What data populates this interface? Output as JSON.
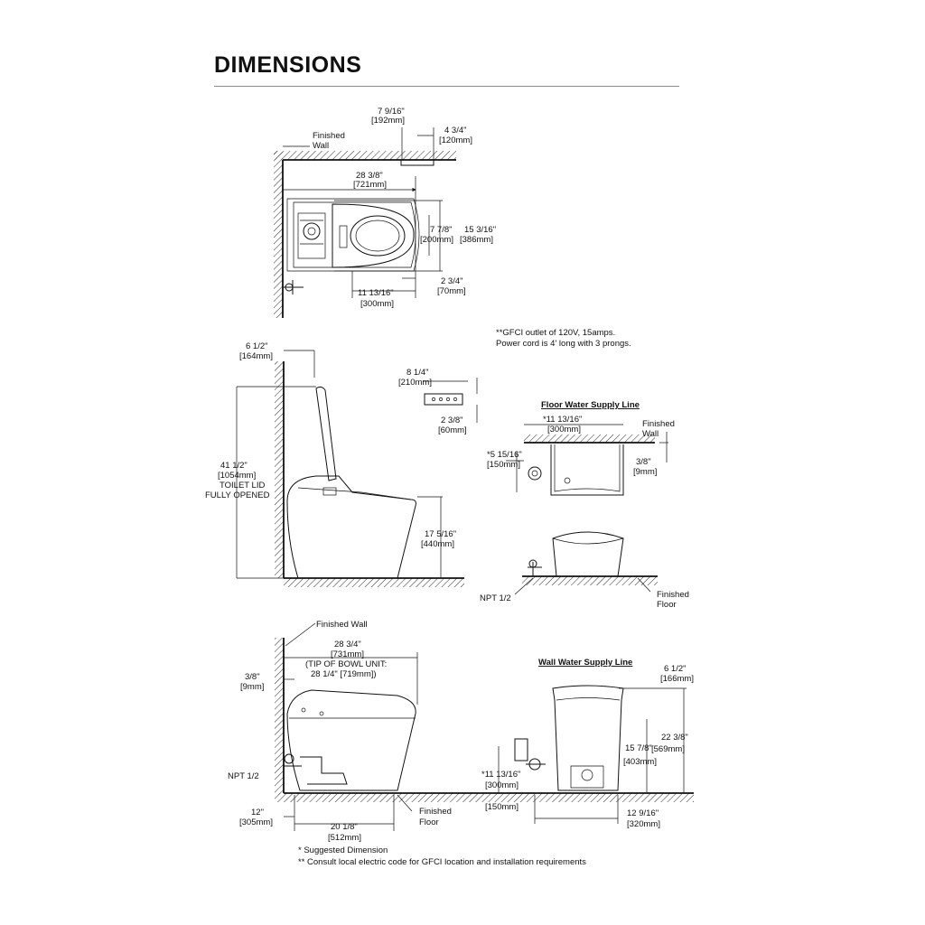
{
  "title": "DIMENSIONS",
  "top_view": {
    "d1": "7 9/16\"",
    "d1m": "[192mm]",
    "d2": "4 3/4\"",
    "d2m": "[120mm]",
    "wall_label_1": "Finished",
    "wall_label_2": "Wall",
    "d3": "28 3/8\"",
    "d3m": "[721mm]",
    "d4": "7 7/8\"",
    "d4m": "[200mm]",
    "d5": "15 3/16\"",
    "d5m": "[386mm]",
    "d6": "2 3/4\"",
    "d6m": "[70mm]",
    "d7": "11 13/16\"",
    "d7m": "[300mm]"
  },
  "gfci_note_1": "**GFCI outlet of 120V, 15amps.",
  "gfci_note_2": "Power cord is 4' long with 3 prongs.",
  "side_view": {
    "d1": "6 1/2\"",
    "d1m": "[164mm]",
    "d2": "41 1/2\"",
    "d2m": "[1054mm]",
    "d2a": "TOILET LID",
    "d2b": "FULLY OPENED",
    "d3": "17  5/16\"",
    "d3m": "[440mm]",
    "r1": "8 1/4\"",
    "r1m": "[210mm]",
    "r2": "2 3/8\"",
    "r2m": "[60mm]"
  },
  "floor_supply": {
    "heading": "Floor Water Supply Line",
    "d1": "*11 13/16\"",
    "d1m": "[300mm]",
    "wall_1": "Finished",
    "wall_2": "Wall",
    "d2": "*5 15/16\"",
    "d2m": "[150mm]",
    "d3": "3/8\"",
    "d3m": "[9mm]",
    "npt": "NPT 1/2",
    "floor_1": "Finished",
    "floor_2": "Floor"
  },
  "bottom_side": {
    "wall": "Finished Wall",
    "d1": "28 3/4\"",
    "d1m": "[731mm]",
    "d1a": "(TIP OF BOWL UNIT:",
    "d1b": "28 1/4\" [719mm])",
    "d2": "3/8\"",
    "d2m": "[9mm]",
    "npt": "NPT 1/2",
    "d3": "12\"",
    "d3m": "[305mm]",
    "d4": "20 1/8\"",
    "d4m": "[512mm]",
    "floor_1": "Finished",
    "floor_2": "Floor"
  },
  "wall_supply": {
    "heading": "Wall Water Supply Line",
    "d1": "6 1/2\"",
    "d1m": "[166mm]",
    "d2": "22 3/8\"",
    "d2m": "[569mm]",
    "d3": "15 7/8\"",
    "d3m": "[403mm]",
    "d4": "*11 13/16\"",
    "d4m": "[300mm]",
    "d5m": "[150mm]",
    "d6": "12 9/16\"",
    "d6m": "[320mm]"
  },
  "footnote_1": "* Suggested Dimension",
  "footnote_2": "** Consult local electric code for GFCI location and installation requirements"
}
